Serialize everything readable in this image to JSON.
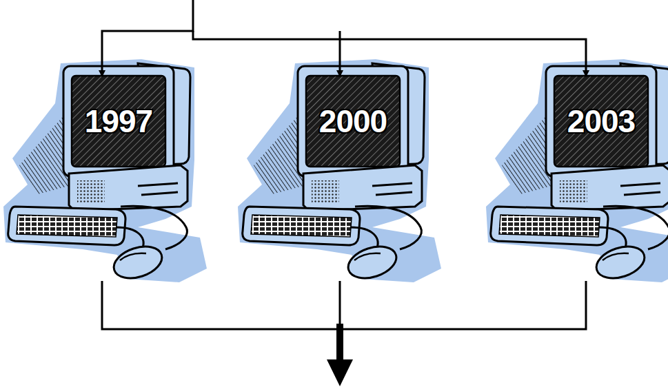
{
  "diagram": {
    "nodes": [
      {
        "text": [
          "1997"
        ]
      },
      {
        "text": [
          "2000"
        ]
      },
      {
        "text": [
          "2003"
        ]
      }
    ]
  }
}
